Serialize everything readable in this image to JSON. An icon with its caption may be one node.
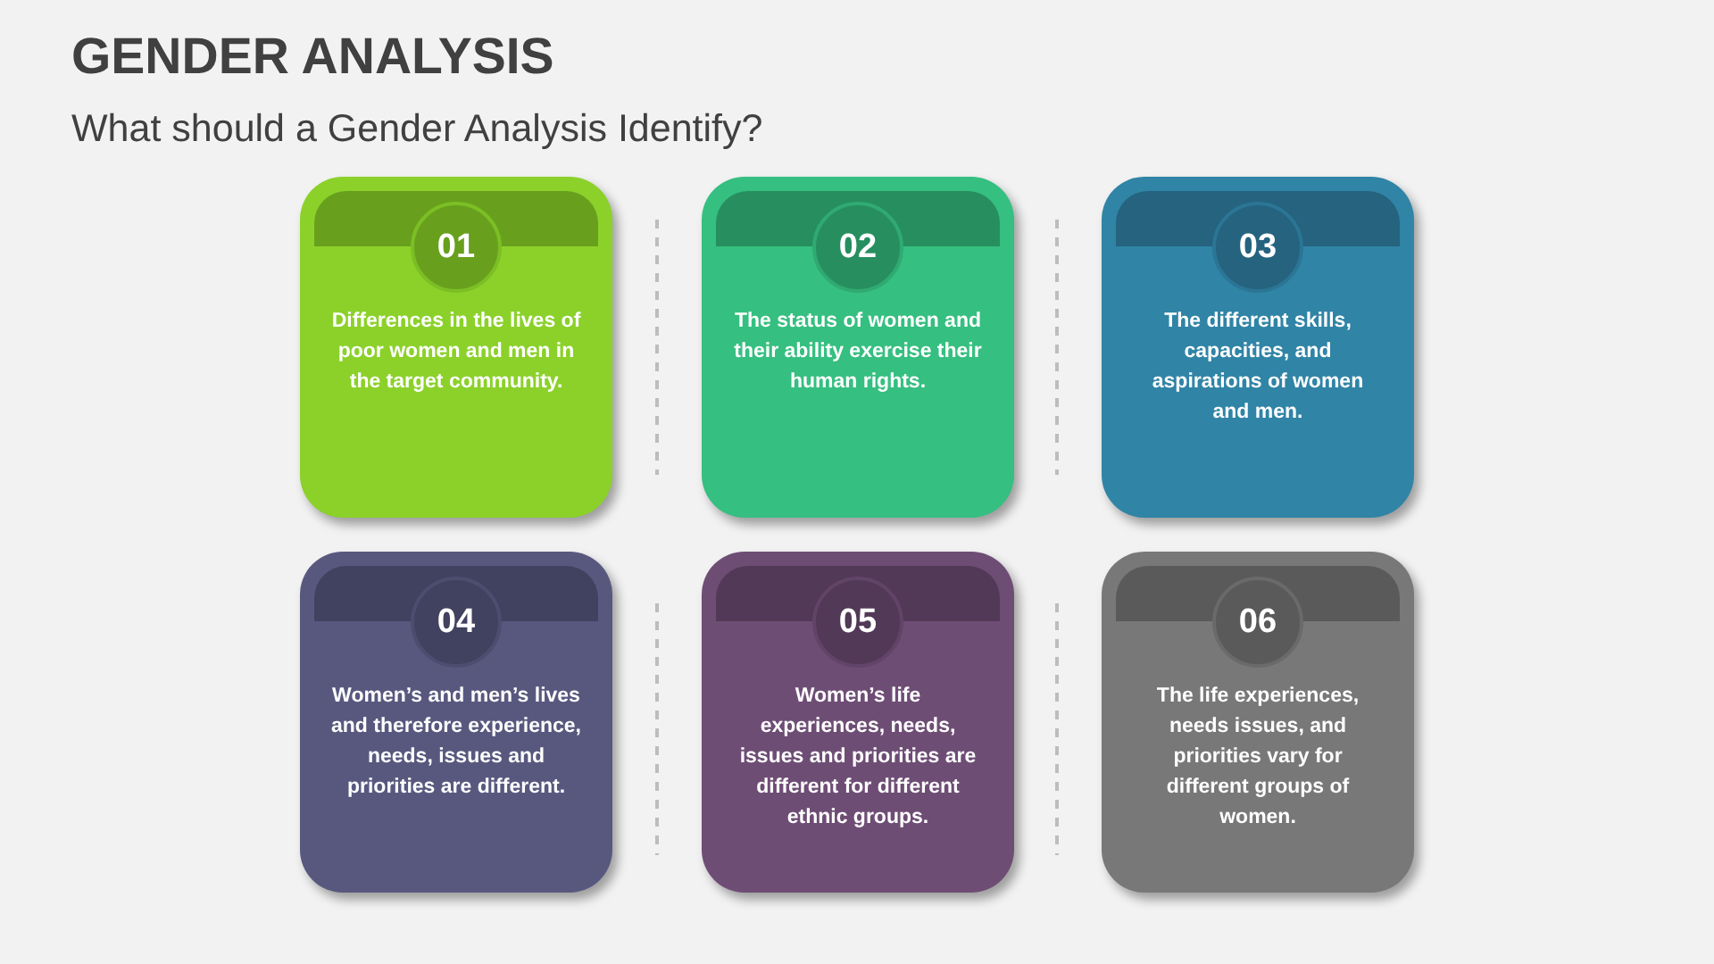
{
  "diagram": {
    "title": "GENDER ANALYSIS",
    "nodes": [
      {
        "text": [
          "01",
          "Differences in the lives of poor women and men in the target community."
        ]
      },
      {
        "text": [
          "02",
          "The status of women and their ability exercise their human rights."
        ]
      },
      {
        "text": [
          "03",
          "The different skills, capacities, and aspirations of women and men."
        ]
      },
      {
        "text": [
          "04",
          "Women’s and men’s lives and therefore experience, needs, issues and priorities are different."
        ]
      },
      {
        "text": [
          "05",
          "Women’s life experiences, needs, issues and priorities are different for different ethnic groups."
        ]
      },
      {
        "text": [
          "06",
          "The life experiences, needs issues, and priorities vary for different groups of women."
        ]
      }
    ],
    "labels": [
      "What should a Gender Analysis Identify?"
    ]
  }
}
